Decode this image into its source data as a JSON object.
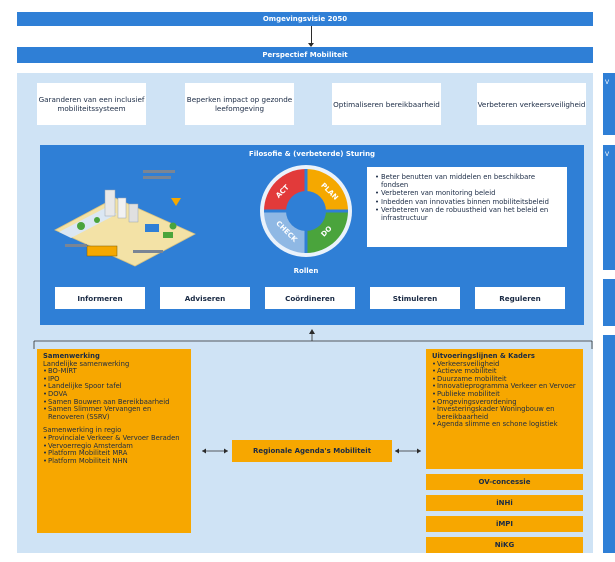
{
  "top": {
    "title": "Omgevingsvisie 2050"
  },
  "second": {
    "title": "Perspectief Mobiliteit"
  },
  "goals": [
    "Garanderen van een inclusief mobiliteitssysteem",
    "Beperken impact op gezonde leefomgeving",
    "Optimaliseren bereikbaarheid",
    "Verbeteren verkeersveiligheid"
  ],
  "philosophy": {
    "title": "Filosofie & (verbeterde) Sturing",
    "pdca": [
      "ACT",
      "PLAN",
      "DO",
      "CHECK"
    ],
    "pdca_colors": {
      "act": "#e23a3a",
      "plan": "#f5a800",
      "do": "#4aa43c",
      "check": "#8fb8e4"
    },
    "bullets": [
      "Beter benutten van middelen en beschikbare fondsen",
      "Verbeteren van monitoring beleid",
      "Inbedden van innovaties binnen mobiliteitsbeleid",
      "Verbeteren van de robuustheid van het beleid en infrastructuur"
    ],
    "roles_title": "Rollen",
    "roles": [
      "Informeren",
      "Adviseren",
      "Coördineren",
      "Stimuleren",
      "Reguleren"
    ]
  },
  "collab": {
    "heading": "Samenwerking",
    "sub1": "Landelijke samenwerking",
    "list1": [
      "BO-MIRT",
      "IPO",
      "Landelijke Spoor tafel",
      "DOVA",
      "Samen Bouwen aan Bereikbaarheid",
      "Samen Slimmer Vervangen en Renoveren (SSRV)"
    ],
    "sub2": "Samenwerking in regio",
    "list2": [
      "Provinciale Verkeer & Vervoer Beraden",
      "Vervoerregio Amsterdam",
      "Platform Mobiliteit MRA",
      "Platform Mobiliteit NHN"
    ]
  },
  "center": {
    "label": "Regionale Agenda's Mobiliteit"
  },
  "lines": {
    "heading": "Uitvoeringslijnen & Kaders",
    "list": [
      "Verkeersveiligheid",
      "Actieve mobiliteit",
      "Duurzame mobiliteit",
      "Innovatieprogramma Verkeer en Vervoer",
      "Publieke mobiliteit",
      "Omgevingsverordening",
      "Investeringskader Woningbouw en bereikbaarheid",
      "Agenda slimme en schone logistiek"
    ],
    "extra": [
      "OV-concessie",
      "iNHi",
      "iMPI",
      "NiKG"
    ]
  },
  "side": {
    "tabs": [
      "V",
      "V",
      "",
      "",
      ""
    ]
  }
}
